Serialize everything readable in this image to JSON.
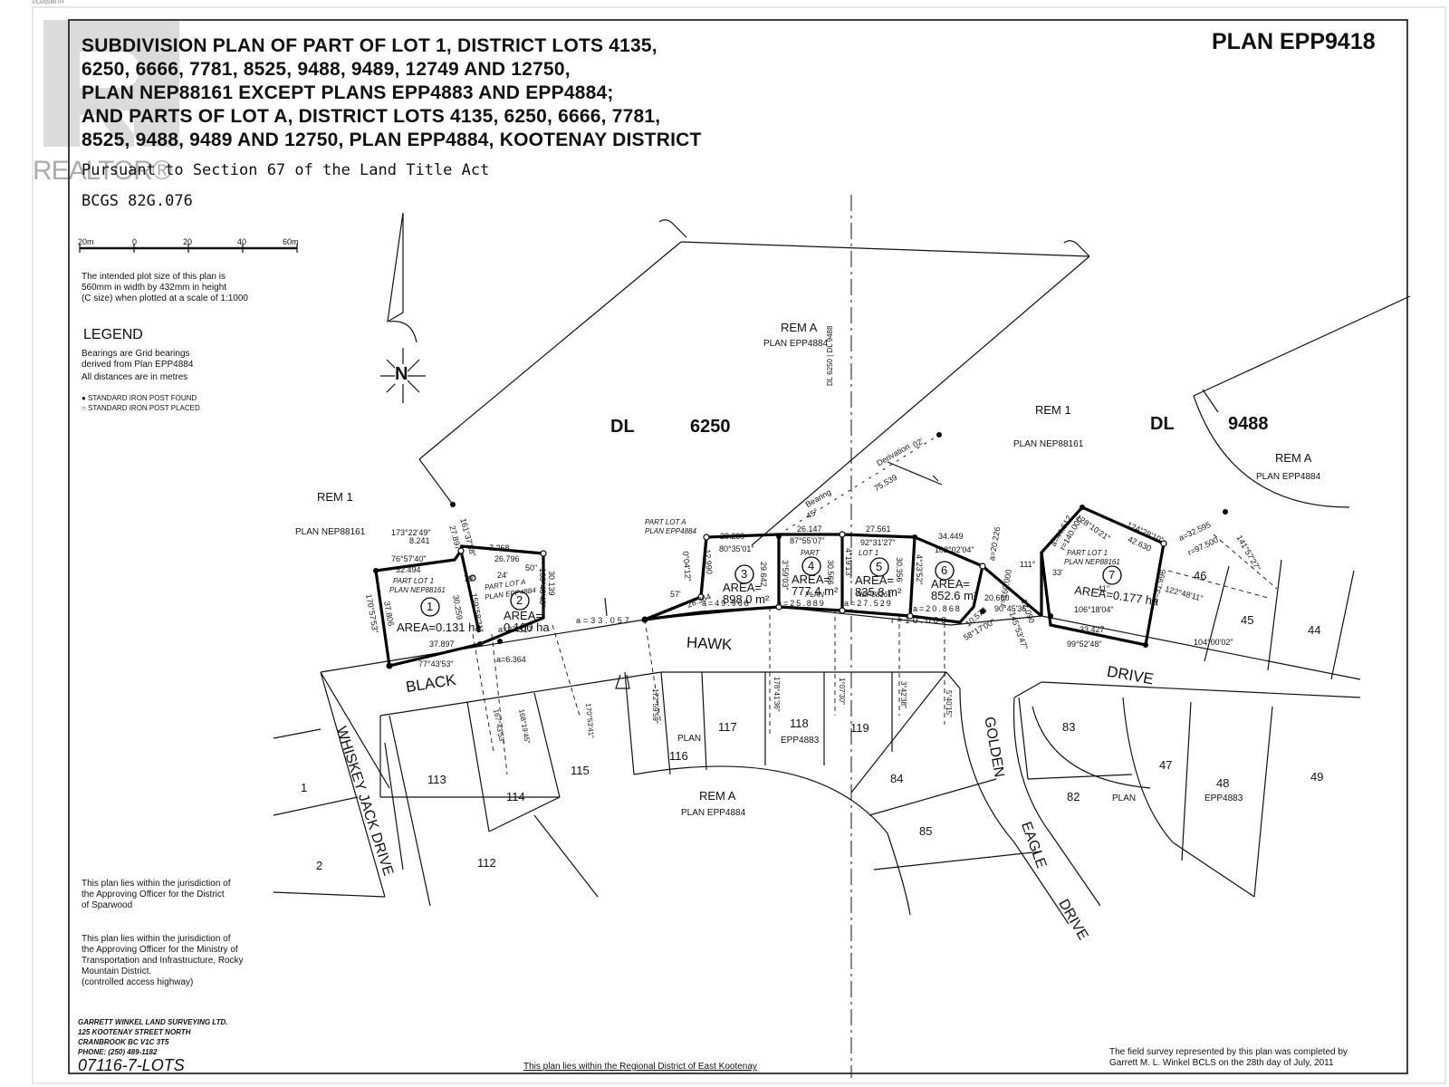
{
  "tiny_top_text": "PLANSMITH",
  "plan_number": "PLAN EPP9418",
  "title_lines": [
    "SUBDIVISION PLAN OF PART OF LOT 1, DISTRICT LOTS 4135,",
    "6250, 6666, 7781, 8525, 9488, 9489, 12749 AND 12750,",
    "PLAN NEP88161 EXCEPT PLANS EPP4883 AND EPP4884;",
    "AND PARTS OF LOT A, DISTRICT LOTS 4135, 6250, 6666, 7781,",
    "8525, 9488, 9489 AND 12750, PLAN EPP4884, KOOTENAY DISTRICT"
  ],
  "subtitle": "Pursuant to Section 67 of the Land Title Act",
  "bcgs": "BCGS   82G.076",
  "watermark": "REALTOR®",
  "scale_labels": [
    "20m",
    "0",
    "20",
    "40",
    "60m"
  ],
  "plot_note": [
    "The intended plot size of this plan is",
    "560mm in width by 432mm in height",
    "(C size) when plotted at a scale of 1:1000"
  ],
  "legend": {
    "heading": "LEGEND",
    "lines": [
      "Bearings are Grid bearings",
      "derived from Plan EPP4884",
      "All distances are in metres"
    ],
    "found": "● STANDARD IRON POST FOUND",
    "placed": "○ STANDARD IRON POST PLACED"
  },
  "north_label": "N",
  "jurisdiction_1": [
    "This plan lies within the jurisdiction of",
    "the Approving Officer for the District",
    "of Sparwood"
  ],
  "jurisdiction_2": [
    "This plan lies within the jurisdiction of",
    "the Approving Officer for the Ministry of",
    "Transportation and Infrastructure, Rocky",
    "Mountain District.",
    "(controlled access highway)"
  ],
  "surveyor": [
    "GARRETT WINKEL LAND SURVEYING LTD.",
    "125 KOOTENAY STREET NORTH",
    "CRANBROOK BC V1C 3T5",
    "PHONE: (250) 489-1182"
  ],
  "job_number": "07116-7-LOTS",
  "regional_note": "This plan lies within the Regional District of East Kootenay",
  "field_survey": [
    "The field survey represented by this plan was completed by",
    "Garrett M. L. Winkel BCLS on the 28th day of July, 2011"
  ],
  "district_labels": {
    "dl6250_a": "DL",
    "dl6250_b": "6250",
    "dl9488_a": "DL",
    "dl9488_b": "9488",
    "boundary": "DL 6250 | DL 9488"
  },
  "parcel_labels": {
    "rem_a_top": "REM A",
    "rem_a_top_plan": "PLAN EPP4884",
    "rem1_mid": "REM 1",
    "rem1_mid_plan": "PLAN NEP88161",
    "rem_a_right": "REM A",
    "rem_a_right_plan": "PLAN EPP4884",
    "rem1_left": "REM 1",
    "rem1_left_plan": "PLAN NEP88161",
    "rem_a_bottom": "REM A",
    "rem_a_bottom_plan": "PLAN EPP4884",
    "part_lot1_a": "PART LOT 1",
    "part_lot1_a_plan": "PLAN NEP88161",
    "part_lot_a": "PART LOT A",
    "part_lot_a_plan": "PLAN EPP4884",
    "part_lot_a2": "PART LOT A",
    "part_lot_a2_plan": "PLAN EPP4884",
    "part_plan_mid": "PART",
    "lot1_mid": "LOT 1",
    "plan_mid": "PLAN",
    "nep_mid": "NEP88161",
    "part_lot1_7": "PART LOT 1",
    "part_lot1_7_plan": "PLAN NEP88161"
  },
  "lots": [
    {
      "num": "1",
      "area": "AREA=0.131 ha"
    },
    {
      "num": "2",
      "area": "AREA= 0.100 ha"
    },
    {
      "num": "3",
      "area": "AREA= 898.0 m²"
    },
    {
      "num": "4",
      "area": "AREA= 777.4 m²"
    },
    {
      "num": "5",
      "area": "AREA= 835.8 m²"
    },
    {
      "num": "6",
      "area": "AREA= 852.6 m²"
    },
    {
      "num": "7",
      "area": "AREA=0.177 ha"
    }
  ],
  "streets": {
    "black": "BLACK",
    "hawk": "HAWK",
    "drive": "DRIVE",
    "whiskey": "WHISKEY JACK DRIVE",
    "golden": "GOLDEN",
    "eagle": "EAGLE",
    "gdrive": "DRIVE"
  },
  "neighbour_lots": [
    "113",
    "114",
    "115",
    "112",
    "116",
    "117",
    "118",
    "119",
    "84",
    "85",
    "83",
    "82",
    "47",
    "48",
    "49",
    "46",
    "45",
    "44",
    "1",
    "2"
  ],
  "neighbour_plans": {
    "plan_116": "PLAN",
    "plan_118": "EPP4883",
    "plan_82": "PLAN",
    "plan_48": "EPP4883"
  },
  "dimensions": {
    "d1": "173°22'49\"",
    "d2": "8.241",
    "d3": "76°57'40\"",
    "d4": "32.494",
    "d5": "7.268",
    "d6": "26.796",
    "d7": "50\"",
    "d8": "24'",
    "d9": "79'",
    "d10": "161°37'58\"",
    "d11": "27.897",
    "d12": "170°57'53\"",
    "d13": "37.806",
    "d14": "30.259",
    "d15": "159°58'21\"",
    "d16": "30.139",
    "d17": "160°40'48\"",
    "d18": "37.897",
    "d19": "77°43'53\"",
    "d20": "a=27.317",
    "d21": "a=6.364",
    "d22": "a=33.057",
    "d23": "28.289",
    "d24": "80°35'01\"",
    "d25": "0°04'12\"",
    "d26": "12.990",
    "d27": "57'",
    "d28": "28.364",
    "d29": "a=49.968",
    "d30": "29.642",
    "d31": "3°59'03\"",
    "d32": "26.147",
    "d33": "87°55'07\"",
    "d34": "a=25.889",
    "d35": "30.566",
    "d36": "4°19'13\"",
    "d37": "27.561",
    "d38": "92°31'27\"",
    "d39": "a=27.529",
    "d40": "30.356",
    "d41": "4°23'52\"",
    "d42": "34.449",
    "d43": "102°02'04\"",
    "d44": "a=20.868",
    "d45": "a=20.226",
    "d46": "r=160.000",
    "d47": "r=10.000",
    "d48": "10.578",
    "d49": "58°17'00\"",
    "d50": "20.660",
    "d51": "90°45'36\"",
    "d52": "111°",
    "d53": "12.090",
    "d54": "145°53'47\"",
    "d55": "33'",
    "d56": "41\"",
    "d57": "106°18'04\"",
    "d58": "33.427",
    "d59": "99°52'48\"",
    "d60": "104°00'02\"",
    "d61": "a=44.512",
    "d62": "r=140.000",
    "d63": "128°10'21\"",
    "d64": "124°28'10\"",
    "d65": "42.630",
    "d66": "a=32.595",
    "d67": "r=97.500",
    "d68": "141°57'27\"",
    "d69": "122°48'11\"",
    "d70": "a=31.996",
    "d71": "Bearing",
    "d72": "45°",
    "d73": "Derivation",
    "d74": "02'",
    "d75": "75.539",
    "d76": "172°59'59\"",
    "d77": "167°43'53\"",
    "d78": "168°19'45\"",
    "d79": "170°53'41\"",
    "d80": "178°41'36\"",
    "d81": "1°07'30\"",
    "d82": "3°42'38\"",
    "d83": "5°40'15\""
  }
}
